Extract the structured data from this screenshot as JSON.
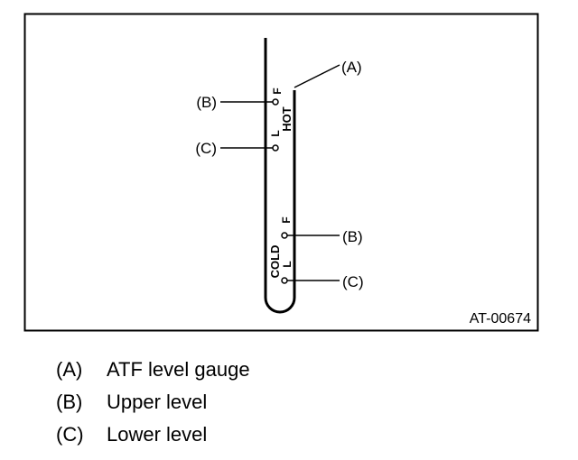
{
  "figure_id": "AT-00674",
  "gauge_marks": {
    "hot_label": "HOT",
    "cold_label": "COLD",
    "full_mark": "F",
    "low_mark": "L"
  },
  "callouts": {
    "a": "(A)",
    "b": "(B)",
    "c": "(C)"
  },
  "legend": [
    {
      "key": "(A)",
      "text": "ATF level gauge"
    },
    {
      "key": "(B)",
      "text": "Upper level"
    },
    {
      "key": "(C)",
      "text": "Lower level"
    }
  ]
}
